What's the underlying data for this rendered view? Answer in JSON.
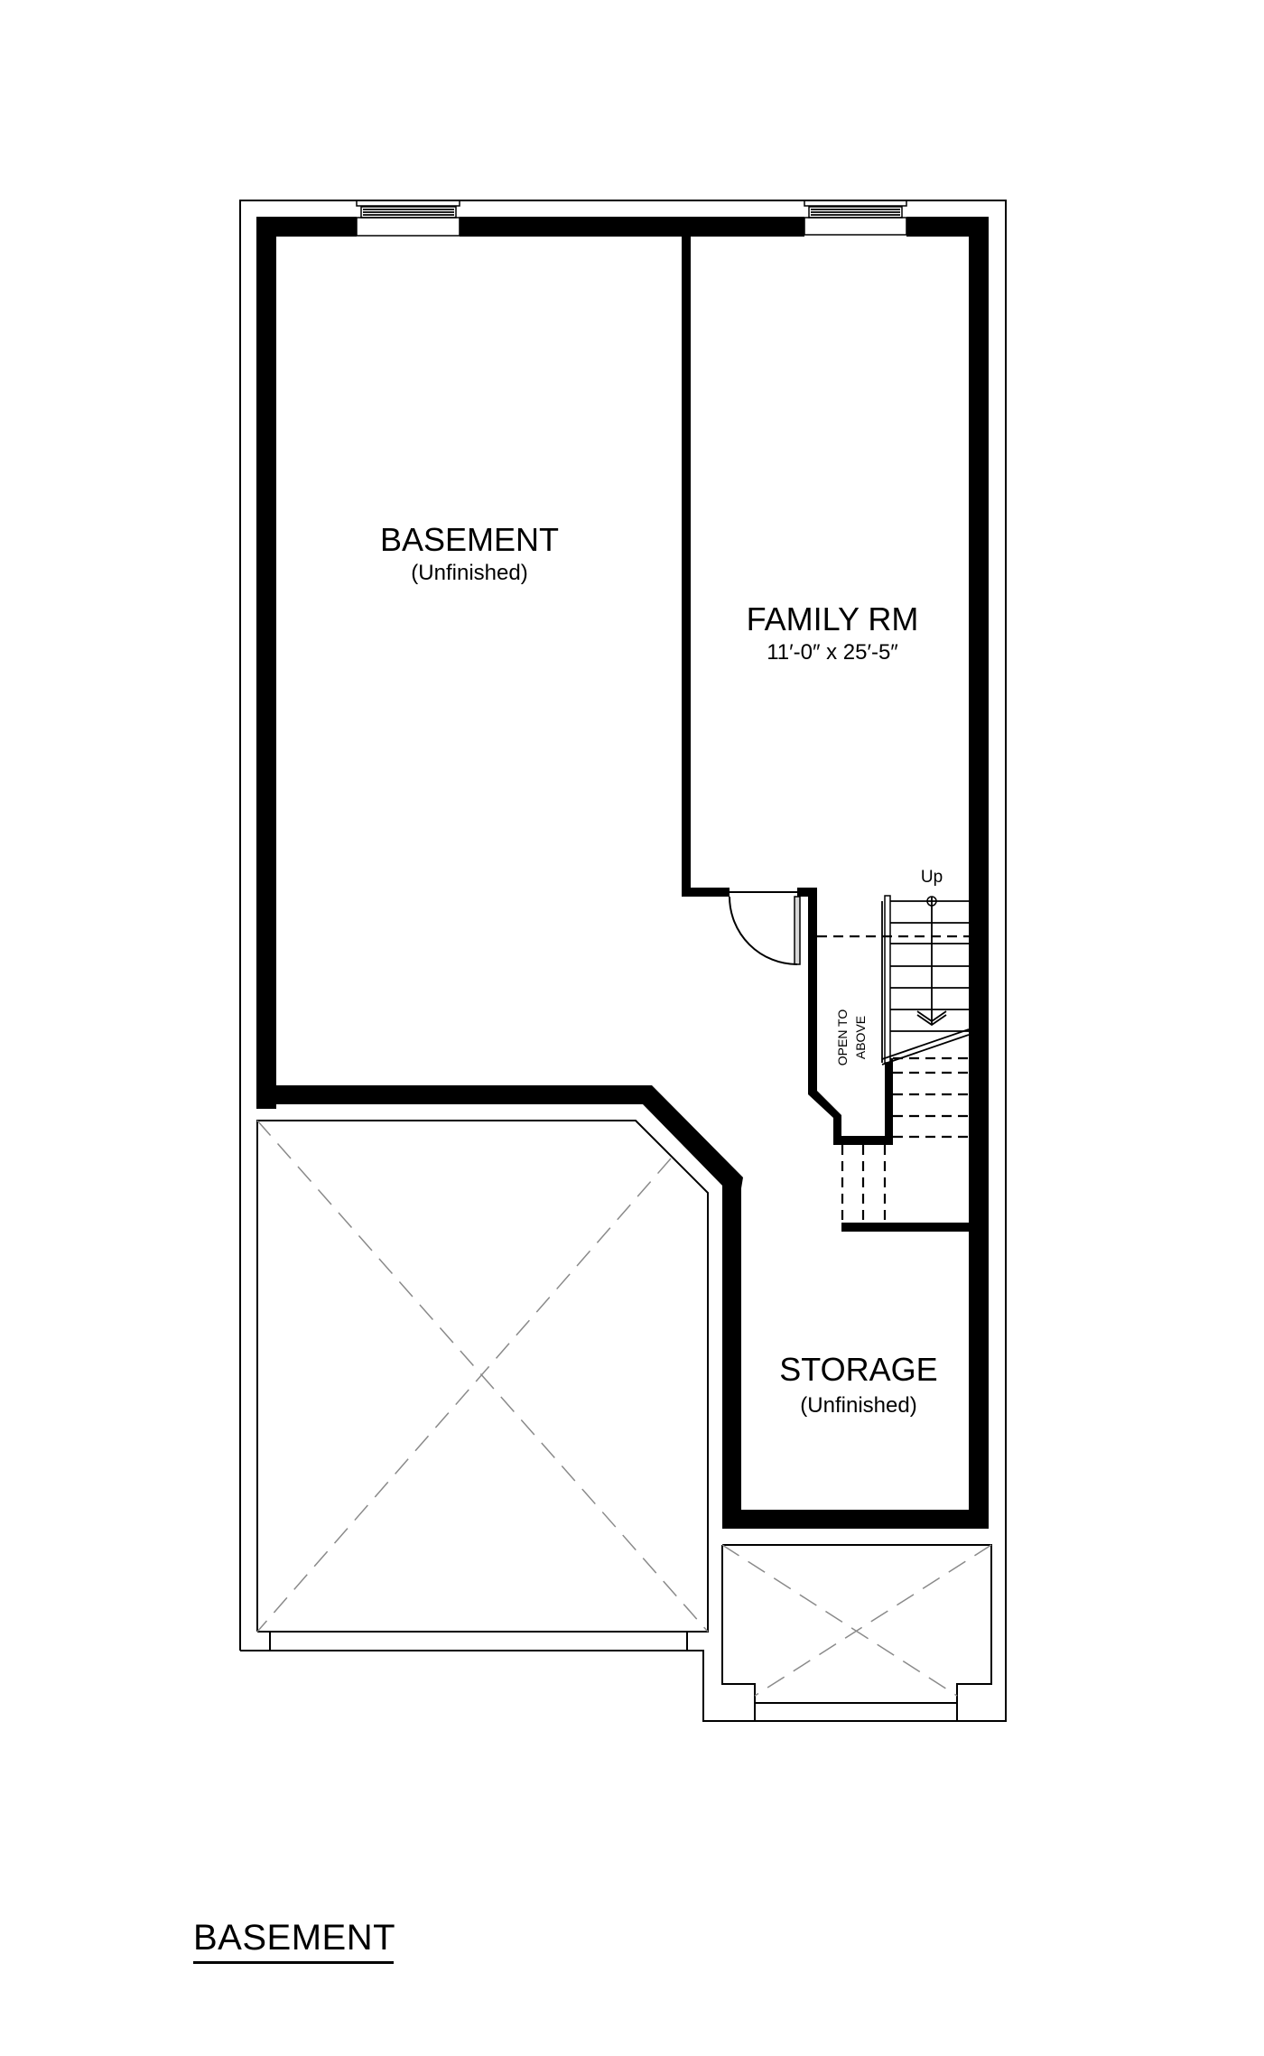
{
  "plan_title": "BASEMENT",
  "colors": {
    "wall": "#000000",
    "background": "#ffffff",
    "hatch": "#8a8a8a"
  },
  "rooms": [
    {
      "id": "basement",
      "name": "BASEMENT",
      "detail": "(Unfinished)"
    },
    {
      "id": "family-rm",
      "name": "FAMILY RM",
      "detail": "11′-0″ x 25′-5″"
    },
    {
      "id": "storage",
      "name": "STORAGE",
      "detail": "(Unfinished)"
    }
  ],
  "annotations": {
    "stair_direction": "Up",
    "open_to_above_line1": "OPEN TO",
    "open_to_above_line2": "ABOVE"
  }
}
